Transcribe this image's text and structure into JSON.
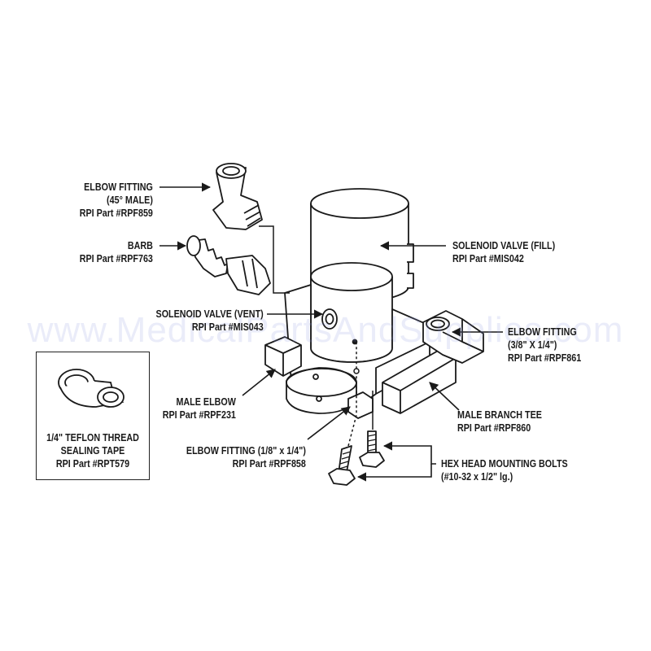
{
  "watermark": "www.MedicalPartsAndSupplies.com",
  "labels": {
    "elbow_fitting_45": [
      "ELBOW FITTING",
      "(45° MALE)",
      "RPI Part #RPF859"
    ],
    "barb": [
      "BARB",
      "RPI Part #RPF763"
    ],
    "solenoid_vent": [
      "SOLENOID VALVE (VENT)",
      "RPI Part #MIS043"
    ],
    "solenoid_fill": [
      "SOLENOID VALVE (FILL)",
      "RPI Part #MIS042"
    ],
    "elbow_fitting_38": [
      "ELBOW FITTING",
      "(3/8\" X 1/4\")",
      "RPI Part #RPF861"
    ],
    "male_elbow": [
      "MALE ELBOW",
      "RPI Part #RPF231"
    ],
    "male_branch_tee": [
      "MALE BRANCH TEE",
      "RPI Part #RPF860"
    ],
    "elbow_fitting_18": [
      "ELBOW FITTING (1/8\" x 1/4\")",
      "RPI Part #RPF858"
    ],
    "hex_bolts": [
      "HEX HEAD MOUNTING BOLTS",
      "(#10-32 x 1/2\" lg.)"
    ],
    "teflon_tape": [
      "1/4\" TEFLON THREAD",
      "SEALING TAPE",
      "RPI Part #RPT579"
    ]
  }
}
